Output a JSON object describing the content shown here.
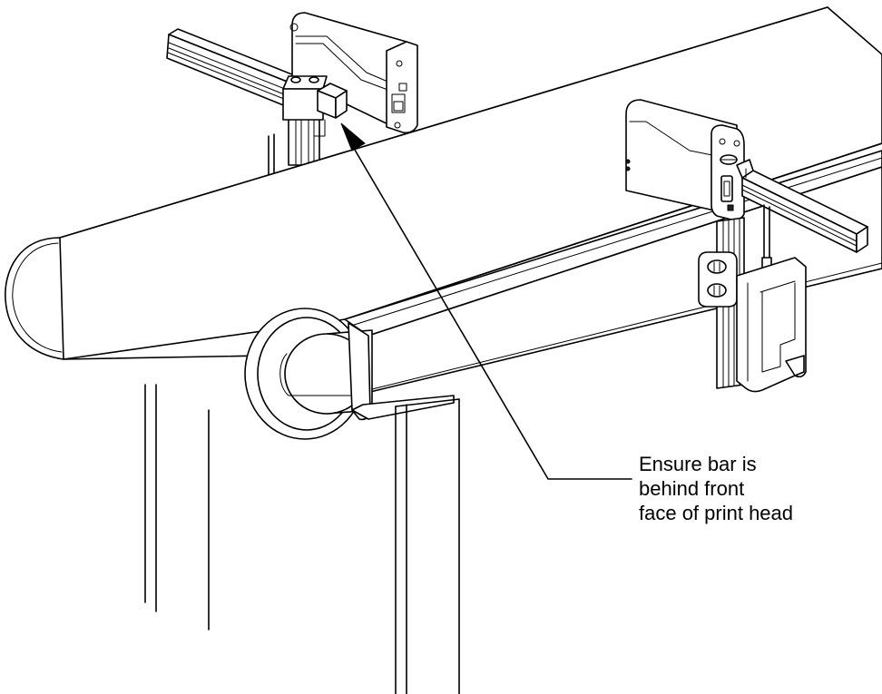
{
  "callout": {
    "line1": "Ensure bar is",
    "line2": "behind front",
    "line3": "face of print head"
  }
}
